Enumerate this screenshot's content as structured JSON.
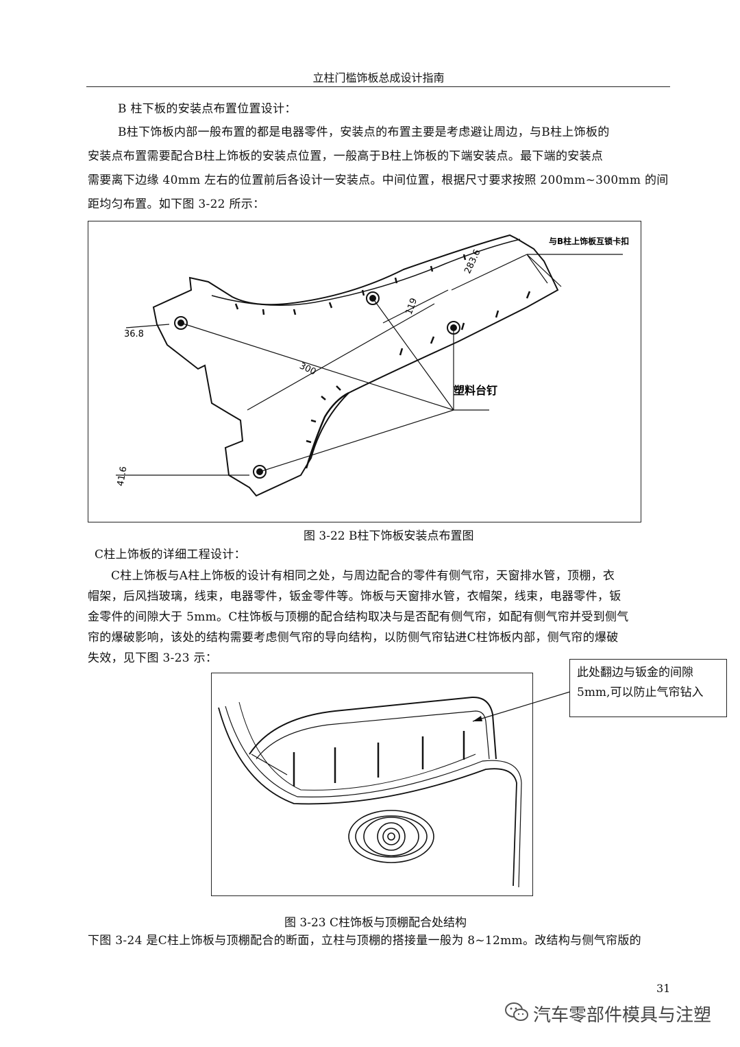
{
  "header": {
    "title": "立柱门槛饰板总成设计指南"
  },
  "section1": {
    "heading": "B 柱下板的安装点布置位置设计：",
    "lines": [
      "B柱下饰板内部一般布置的都是电器零件，安装点的布置主要是考虑避让周边，与B柱上饰板的",
      "安装点布置需要配合B柱上饰板的安装点位置，一般高于B柱上饰板的下端安装点。最下端的安装点",
      "需要离下边缘 40mm 左右的位置前后各设计一安装点。中间位置，根据尺寸要求按照 200mm~300mm 的间",
      "距均匀布置。如下图 3-22 所示："
    ]
  },
  "figure1": {
    "caption": "图 3-22 B柱下饰板安装点布置图",
    "labels": {
      "dim_top_left": "36.8",
      "dim_bottom_left": "41.6",
      "dim_long": "300",
      "dim_mid": "119",
      "dim_upper": "283.6",
      "callout_clip": "与B柱上饰板互锁卡扣",
      "callout_boss": "塑料台钉"
    }
  },
  "section2": {
    "heading": "C柱上饰板的详细工程设计：",
    "lines": [
      "C柱上饰板与A柱上饰板的设计有相同之处，与周边配合的零件有侧气帘，天窗排水管，顶棚，衣",
      "帽架，后风挡玻璃，线束，电器零件，钣金零件等。饰板与天窗排水管，衣帽架，线束，电器零件，钣",
      "金零件的间隙大于 5mm。C柱饰板与顶棚的配合结构取决与是否配有侧气帘，如配有侧气帘并受到侧气",
      "帘的爆破影响，该处的结构需要考虑侧气帘的导向结构，以防侧气帘钻进C柱饰板内部，侧气帘的爆破",
      "失效，见下图 3-23 示："
    ]
  },
  "figure2": {
    "callout_line1": "此处翻边与钣金的间隙",
    "callout_line2": "5mm,可以防止气帘钻入",
    "caption": "图 3-23 C柱饰板与顶棚配合处结构"
  },
  "section3": {
    "line": "下图 3-24 是C柱上饰板与顶棚配合的断面，立柱与顶棚的搭接量一般为 8~12mm。改结构与侧气帘版的"
  },
  "footer": {
    "page_number": "31",
    "watermark": "汽车零部件模具与注塑",
    "watermark_icon": "wechat-icon"
  }
}
